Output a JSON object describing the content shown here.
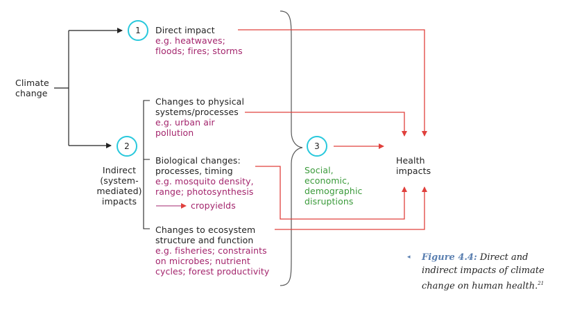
{
  "climate_change": [
    "Climate",
    "change"
  ],
  "node1": {
    "number": "1",
    "title": "Direct impact",
    "examples": [
      "e.g. heatwaves;",
      "floods; fires; storms"
    ]
  },
  "node2": {
    "number": "2",
    "label": [
      "Indirect",
      "(system-",
      "mediated)",
      "impacts"
    ]
  },
  "node3": {
    "number": "3",
    "label": [
      "Social,",
      "economic,",
      "demographic",
      "disruptions"
    ]
  },
  "branches": [
    {
      "title": [
        "Changes to physical",
        "systems/processes"
      ],
      "examples": [
        "e.g. urban air",
        "pollution"
      ]
    },
    {
      "title": [
        "Biological changes:",
        "processes, timing"
      ],
      "examples": [
        "e.g. mosquito density,",
        "range; photosynthesis"
      ],
      "extra": "cropyields"
    },
    {
      "title": [
        "Changes to ecosystem",
        "structure and function"
      ],
      "examples": [
        "e.g. fisheries; constraints",
        "on microbes; nutrient",
        "cycles; forest productivity"
      ]
    }
  ],
  "health_impacts": [
    "Health",
    "impacts"
  ],
  "caption": {
    "marker": "◂",
    "lead": "Figure 4.4:",
    "lines": [
      " Direct and",
      "indirect impacts of climate",
      "change on human health."
    ],
    "ref": "21"
  },
  "colors": {
    "arrow_red": "#e0403c",
    "circle": "#28c8dc",
    "example": "#a3246c",
    "social": "#3a9a3a",
    "caption_lead": "#5a7fb0"
  }
}
